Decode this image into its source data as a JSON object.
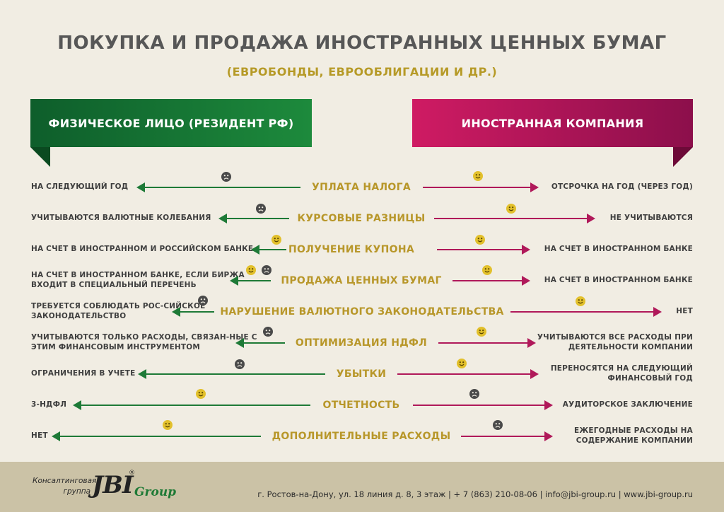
{
  "title": "ПОКУПКА И ПРОДАЖА ИНОСТРАННЫХ ЦЕННЫХ БУМАГ",
  "subtitle": "(ЕВРОБОНДЫ, ЕВРООБЛИГАЦИИ И ДР.)",
  "left_header": "ФИЗИЧЕСКОЕ ЛИЦО (РЕЗИДЕНТ РФ)",
  "right_header": "ИНОСТРАННАЯ КОМПАНИЯ",
  "colors": {
    "green": "#1e7a37",
    "magenta": "#b0195a",
    "gold": "#b8972a",
    "happy": "#e2c02c",
    "sad": "#4a4a4a"
  },
  "rows": [
    {
      "criterion": "УПЛАТА НАЛОГА",
      "left": "НА СЛЕДУЮЩИЙ ГОД",
      "right": "ОТСРОЧКА НА ГОД (ЧЕРЕЗ ГОД)",
      "left_mood": [
        "sad-face-icon"
      ],
      "right_mood": [
        "happy-face-icon"
      ]
    },
    {
      "criterion": "КУРСОВЫЕ РАЗНИЦЫ",
      "left": "УЧИТЫВАЮТСЯ ВАЛЮТНЫЕ КОЛЕБАНИЯ",
      "right": "НЕ УЧИТЫВАЮТСЯ",
      "left_mood": [
        "sad-face-icon"
      ],
      "right_mood": [
        "happy-face-icon"
      ]
    },
    {
      "criterion": "ПОЛУЧЕНИЕ КУПОНА",
      "left": "НА СЧЕТ В ИНОСТРАННОМ И РОССИЙСКОМ БАНКЕ",
      "right": "НА СЧЕТ В ИНОСТРАННОМ БАНКЕ",
      "left_mood": [
        "happy-face-icon"
      ],
      "right_mood": [
        "happy-face-icon"
      ]
    },
    {
      "criterion": "ПРОДАЖА ЦЕННЫХ БУМАГ",
      "left": "НА СЧЕТ В ИНОСТРАННОМ БАНКЕ, ЕСЛИ БИРЖА ВХОДИТ В СПЕЦИАЛЬНЫЙ ПЕРЕЧЕНЬ",
      "right": "НА СЧЕТ В ИНОСТРАННОМ БАНКЕ",
      "left_mood": [
        "happy-face-icon",
        "sad-face-icon"
      ],
      "right_mood": [
        "happy-face-icon"
      ]
    },
    {
      "criterion": "НАРУШЕНИЕ ВАЛЮТНОГО ЗАКОНОДАТЕЛЬСТВА",
      "left": "ТРЕБУЕТСЯ СОБЛЮДАТЬ РОС-СИЙСКОЕ ЗАКОНОДАТЕЛЬСТВО",
      "right": "НЕТ",
      "left_mood": [
        "sad-face-icon"
      ],
      "right_mood": [
        "happy-face-icon"
      ]
    },
    {
      "criterion": "ОПТИМИЗАЦИЯ НДФЛ",
      "left": "УЧИТЫВАЮТСЯ ТОЛЬКО РАСХОДЫ, СВЯЗАН-НЫЕ С ЭТИМ ФИНАНСОВЫМ ИНСТРУМЕНТОМ",
      "right": "УЧИТЫВАЮТСЯ ВСЕ РАСХОДЫ ПРИ ДЕЯТЕЛЬНОСТИ КОМПАНИИ",
      "left_mood": [
        "sad-face-icon"
      ],
      "right_mood": [
        "happy-face-icon"
      ]
    },
    {
      "criterion": "УБЫТКИ",
      "left": "ОГРАНИЧЕНИЯ В УЧЕТЕ",
      "right": "ПЕРЕНОСЯТСЯ НА СЛЕДУЮЩИЙ ФИНАНСОВЫЙ ГОД",
      "left_mood": [
        "sad-face-icon"
      ],
      "right_mood": [
        "happy-face-icon"
      ]
    },
    {
      "criterion": "ОТЧЕТНОСТЬ",
      "left": "3-НДФЛ",
      "right": "АУДИТОРСКОЕ ЗАКЛЮЧЕНИЕ",
      "left_mood": [
        "happy-face-icon"
      ],
      "right_mood": [
        "sad-face-icon"
      ]
    },
    {
      "criterion": "ДОПОЛНИТЕЛЬНЫЕ РАСХОДЫ",
      "left": "НЕТ",
      "right": "ЕЖЕГОДНЫЕ РАСХОДЫ НА СОДЕРЖАНИЕ КОМПАНИИ",
      "left_mood": [
        "happy-face-icon"
      ],
      "right_mood": [
        "sad-face-icon"
      ]
    }
  ],
  "footer": {
    "logo_line1": "Консалтинговая",
    "logo_line2": "группа",
    "logo_jbi": "JBI",
    "logo_group": "Group",
    "logo_reg": "®",
    "contact": "г. Ростов-на-Дону, ул. 18 линия д. 8, 3 этаж   |   + 7 (863) 210-08-06   |   info@jbi-group.ru   |   www.jbi-group.ru"
  }
}
